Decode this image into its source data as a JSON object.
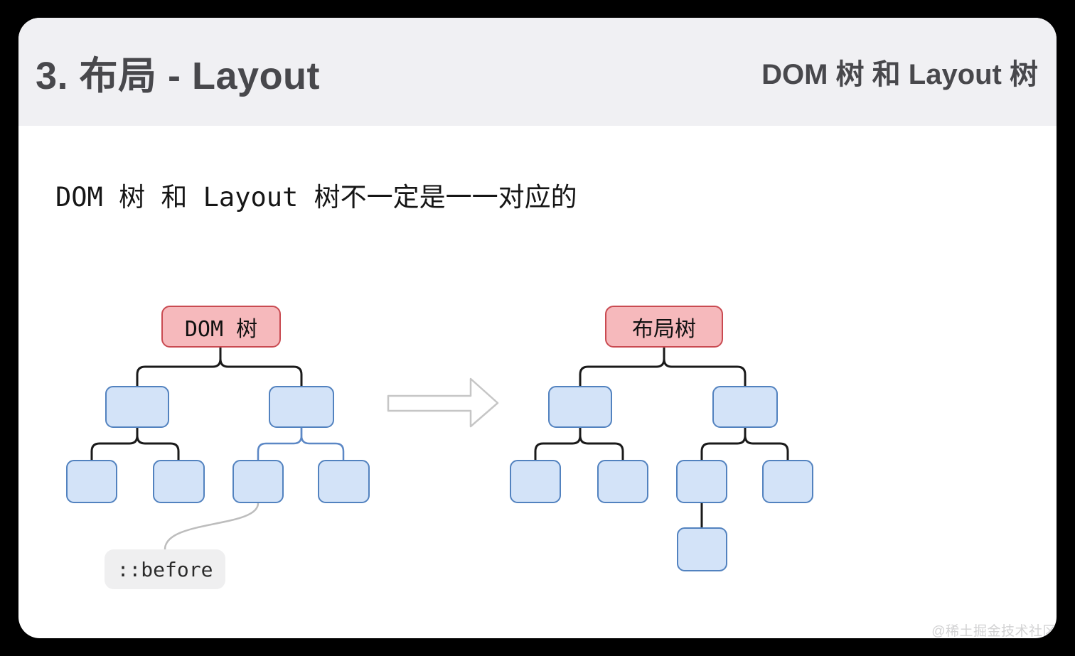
{
  "header": {
    "title": "3. 布局 - Layout",
    "subtitle": "DOM 树 和 Layout 树"
  },
  "content": {
    "statement": "DOM 树 和 Layout 树不一定是一一对应的"
  },
  "diagram": {
    "dom_tree": {
      "root_label": "DOM 树",
      "levels": [
        1,
        2,
        4
      ],
      "pseudo_element_label": "::before",
      "pseudo_attached_to": "third-leaf"
    },
    "layout_tree": {
      "root_label": "布局树",
      "levels": [
        1,
        2,
        4
      ],
      "extra_child_under": "third-leaf"
    },
    "arrow_icon": "right-block-arrow"
  },
  "watermark": "@稀土掘金技术社区",
  "colors": {
    "root_node_fill": "#f6b9bc",
    "root_node_border": "#c94a51",
    "blue_node_fill": "#d3e3f8",
    "blue_node_border": "#5282bf",
    "connector_black": "#1a1a1a",
    "connector_blue": "#5b87c5",
    "connector_gray": "#bdbdbd",
    "arrow_outline": "#c6c6c6",
    "header_bg": "#f0f0f3",
    "header_text": "#48484c",
    "pseudo_bg": "#efeff0"
  }
}
